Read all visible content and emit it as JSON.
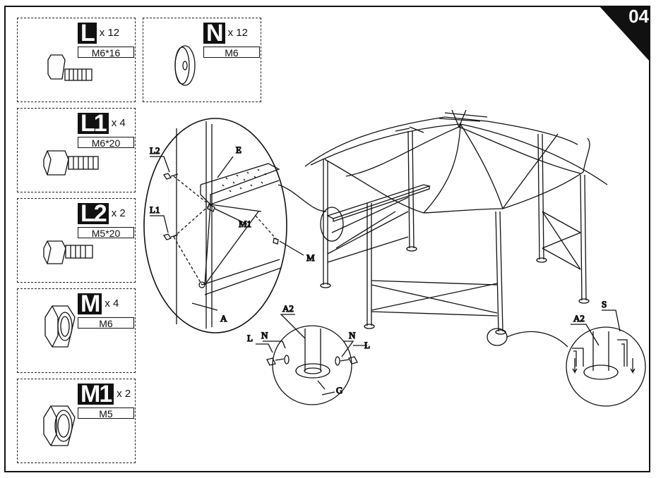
{
  "step_number": "04",
  "parts": [
    {
      "letter": "L",
      "qty": "x 12",
      "spec": "M6*16",
      "icon": "hex-bolt-icon"
    },
    {
      "letter": "N",
      "qty": "x 12",
      "spec": "M6",
      "icon": "washer-icon"
    },
    {
      "letter": "L1",
      "qty": "x 4",
      "spec": "M6*20",
      "icon": "hex-bolt-icon"
    },
    {
      "letter": "L2",
      "qty": "x 2",
      "spec": "M5*20",
      "icon": "hex-bolt-icon"
    },
    {
      "letter": "M",
      "qty": "x 4",
      "spec": "M6",
      "icon": "hex-nut-icon"
    },
    {
      "letter": "M1",
      "qty": "x 2",
      "spec": "M5",
      "icon": "hex-nut-icon"
    }
  ],
  "callouts": {
    "e": "E",
    "l2": "L2",
    "l1": "L1",
    "m1": "M1",
    "m": "M",
    "a": "A",
    "a2_left": "A2",
    "l_left": "L",
    "n_left": "N",
    "n_right": "N",
    "l_right": "L",
    "g": "G",
    "a2_right": "A2",
    "s": "S"
  }
}
